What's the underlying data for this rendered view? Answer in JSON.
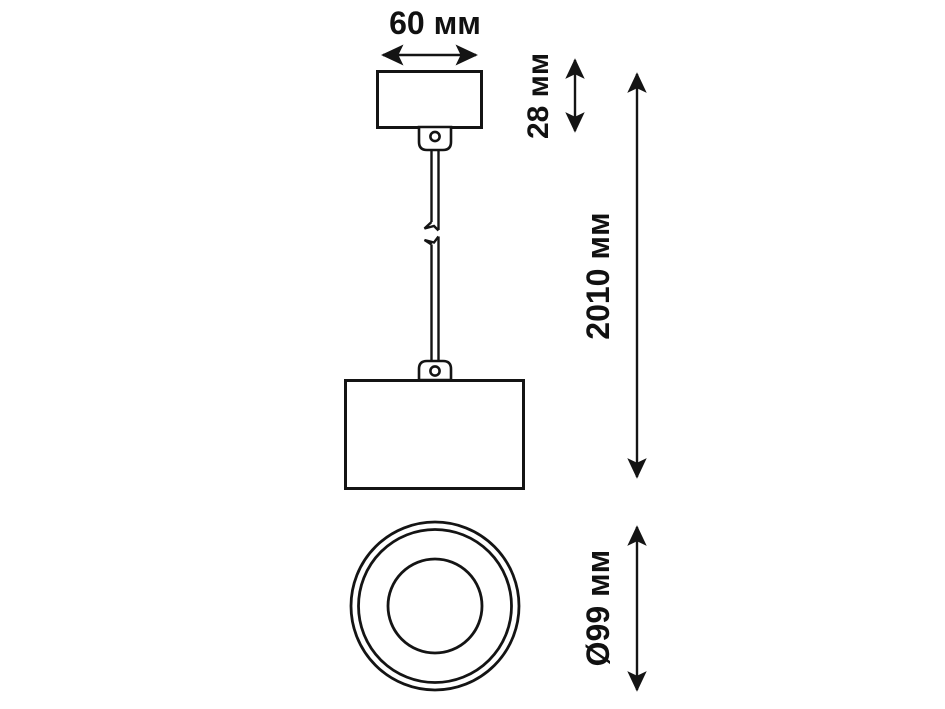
{
  "drawing": {
    "title": "Pendant luminaire technical dimension drawing",
    "units": "mm",
    "line_color": "#141414",
    "background_color": "#ffffff",
    "views": [
      {
        "name": "front-elevation",
        "label": ""
      },
      {
        "name": "bottom-plan",
        "label": ""
      }
    ],
    "dimensions": {
      "canopy_width": {
        "name": "canopy-width-dimension",
        "label": "60 мм",
        "value": 60,
        "unit": "мм",
        "orientation": "horizontal"
      },
      "canopy_height": {
        "name": "canopy-height-dimension",
        "label": "28 мм",
        "value": 28,
        "unit": "мм",
        "orientation": "vertical"
      },
      "suspension_length": {
        "name": "suspension-length-dimension",
        "label": "2010 мм",
        "value": 2010,
        "unit": "мм",
        "orientation": "vertical"
      },
      "shade_diameter": {
        "name": "shade-diameter-dimension",
        "label": "Ø99 мм",
        "value": 99,
        "unit": "мм",
        "orientation": "vertical"
      }
    }
  }
}
